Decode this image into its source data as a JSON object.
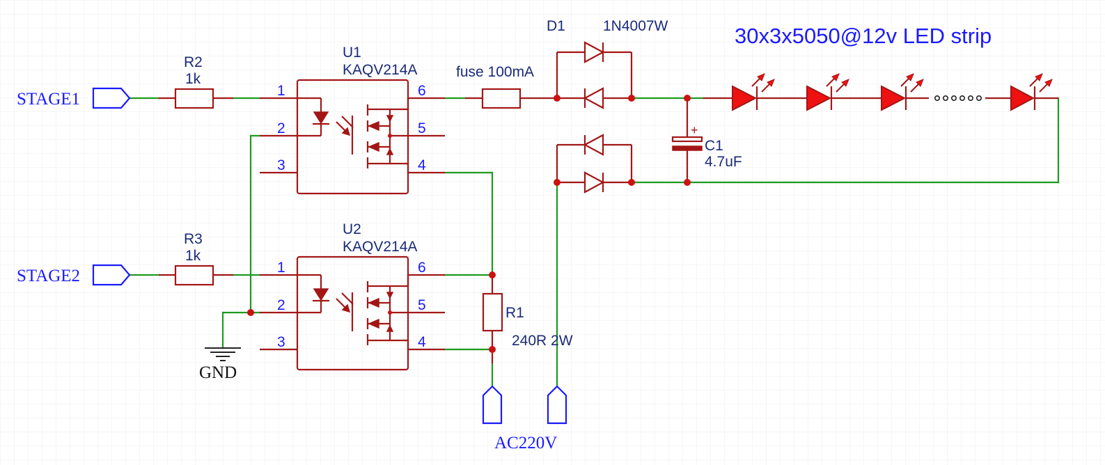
{
  "colors": {
    "wire": "#1f9a1f",
    "component": "#a31616",
    "led_fill": "#ee1111",
    "junction": "#cc1111",
    "port": "#1a1aff",
    "label": "#1a2a7a",
    "background": "#ffffff",
    "grid": "#ececec"
  },
  "title": "30x3x5050@12v LED strip",
  "ports": {
    "stage1": "STAGE1",
    "stage2": "STAGE2",
    "gnd": "GND",
    "ac": "AC220V"
  },
  "components": {
    "r2": {
      "ref": "R2",
      "value": "1k"
    },
    "r3": {
      "ref": "R3",
      "value": "1k"
    },
    "r1": {
      "ref": "R1",
      "value": "240R 2W"
    },
    "u1": {
      "ref": "U1",
      "value": "KAQV214A"
    },
    "u2": {
      "ref": "U2",
      "value": "KAQV214A"
    },
    "d1": {
      "ref": "D1",
      "value": "1N4007W"
    },
    "c1": {
      "ref": "C1",
      "value": "4.7uF",
      "polarity": "+"
    },
    "fuse": {
      "label": "fuse 100mA"
    }
  },
  "pins": {
    "p1": "1",
    "p2": "2",
    "p3": "3",
    "p4": "4",
    "p5": "5",
    "p6": "6"
  },
  "ellipsis": "······"
}
